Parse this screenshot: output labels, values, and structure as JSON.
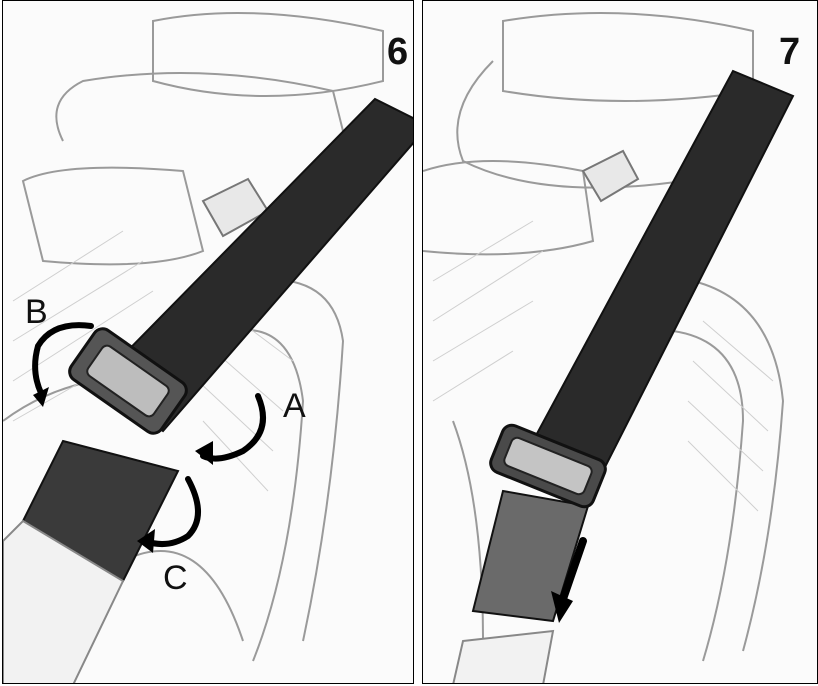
{
  "panels": [
    {
      "step": "6",
      "callouts": {
        "a": "A",
        "b": "B",
        "c": "C"
      }
    },
    {
      "step": "7"
    }
  ]
}
